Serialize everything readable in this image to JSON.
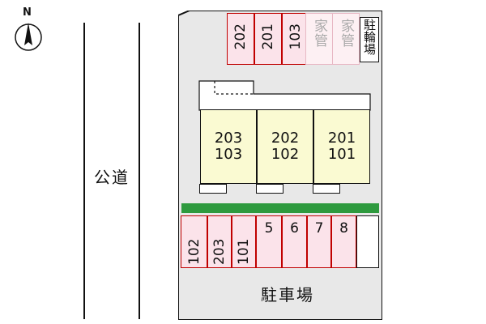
{
  "compass": {
    "label": "N"
  },
  "road": {
    "label": "公道"
  },
  "top_parking": {
    "slots": [
      {
        "label": "202",
        "status": "assigned"
      },
      {
        "label": "201",
        "status": "assigned"
      },
      {
        "label": "103",
        "status": "assigned"
      },
      {
        "label": "家管",
        "status": "managed"
      },
      {
        "label": "家管",
        "status": "managed"
      }
    ],
    "bicycle_parking": "駐輪場"
  },
  "building": {
    "units": [
      {
        "upper": "203",
        "lower": "103"
      },
      {
        "upper": "202",
        "lower": "102"
      },
      {
        "upper": "201",
        "lower": "101"
      }
    ]
  },
  "bottom_parking": {
    "slots": [
      "102",
      "203",
      "101",
      "5",
      "6",
      "7",
      "8",
      ""
    ]
  },
  "parking_label": "駐車場",
  "colors": {
    "occupied_slot": "#fbe3ea",
    "slot_border": "#c00000",
    "managed_slot": "#fdf0f3",
    "building_unit": "#fafad2",
    "hedge": "#2e9a3e",
    "lot_ground": "#e8e8e8"
  }
}
